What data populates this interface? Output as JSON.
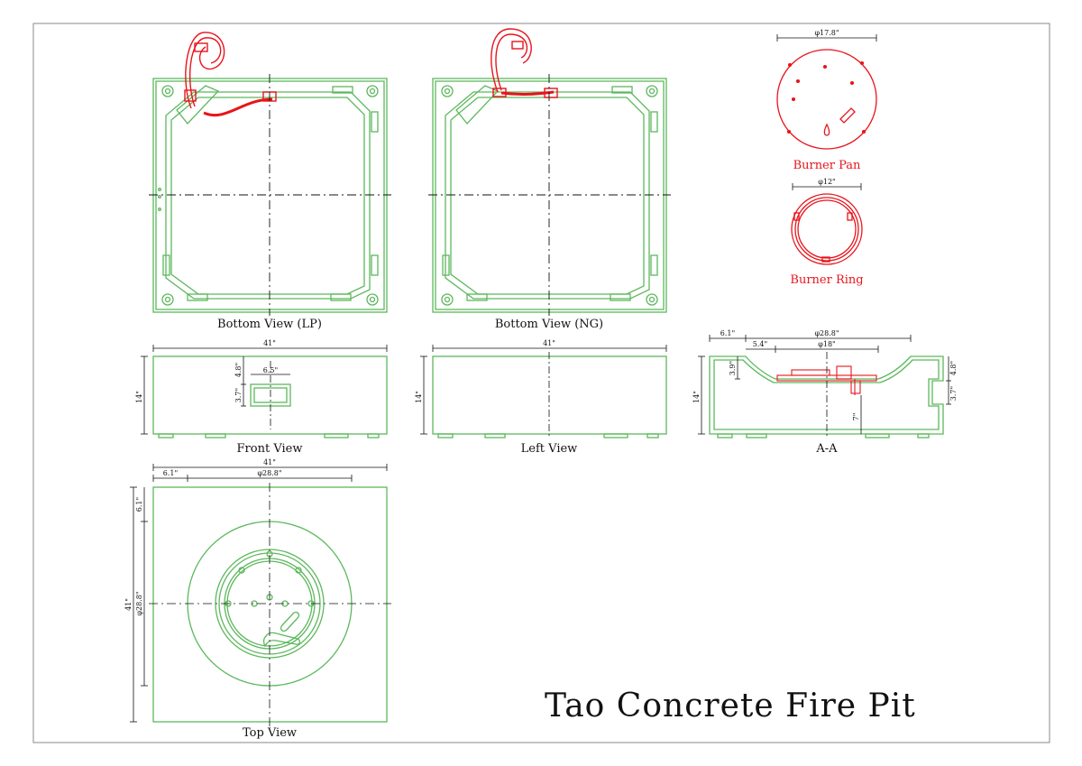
{
  "title": "Tao Concrete Fire Pit",
  "colors": {
    "outline": "#5cb85c",
    "accent": "#e8141b",
    "ink": "#111111"
  },
  "views": {
    "bottom_lp": "Bottom View (LP)",
    "bottom_ng": "Bottom View (NG)",
    "front": "Front View",
    "left": "Left View",
    "section": "A-A",
    "top": "Top View",
    "burner_pan": "Burner Pan",
    "burner_ring": "Burner Ring"
  },
  "dims": {
    "pan_dia": "φ17.8\"",
    "ring_dia": "φ12\"",
    "front_width": "41\"",
    "front_height": "14\"",
    "front_opening_w": "6.5\"",
    "front_opening_top": "4.8\"",
    "front_opening_h": "3.7\"",
    "left_width": "41\"",
    "left_height": "14\"",
    "aa_offset": "6.1\"",
    "aa_bowl_dia": "φ28.8\"",
    "aa_offset2": "5.4\"",
    "aa_burner_dia": "φ18\"",
    "aa_height": "14\"",
    "aa_depth": "3.9\"",
    "aa_right_top": "4.8\"",
    "aa_right_open": "3.7\"",
    "aa_inner": "7\"",
    "top_width": "41\"",
    "top_offset": "6.1\"",
    "top_bowl": "φ28.8\"",
    "top_offset_v": "6.1\"",
    "top_height": "41\"",
    "top_bowl_v": "φ28.8\""
  }
}
